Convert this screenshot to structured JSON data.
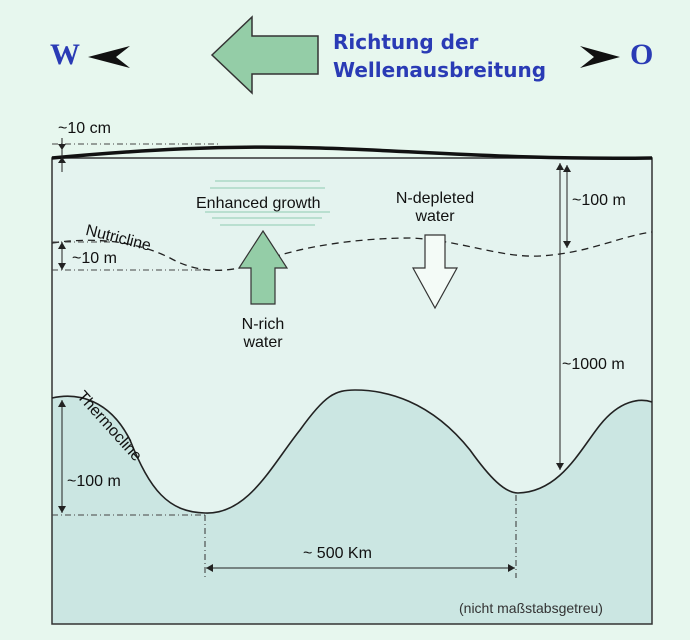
{
  "header": {
    "west": "W",
    "east": "O",
    "direction_line1": "Richtung der",
    "direction_line2": "Wellenausbreitung"
  },
  "labels": {
    "surface_amplitude": "~10 cm",
    "enhanced_growth": "Enhanced growth",
    "n_depleted_line1": "N-depleted",
    "n_depleted_line2": "water",
    "nutricline": "Nutricline",
    "nutricline_amplitude": "~10 m",
    "n_rich_line1": "N-rich",
    "n_rich_line2": "water",
    "depth_100": "~100 m",
    "depth_1000": "~1000 m",
    "thermocline": "Thermocline",
    "thermocline_amplitude": "~100 m",
    "wavelength": "~ 500 Km",
    "scale_note": "(nicht maßstabsgetreu)"
  },
  "colors": {
    "background": "#e7f7ee",
    "upper_layer": "#e4f3ef",
    "lower_layer": "#cbe6e2",
    "arrow_fill": "#94cda7",
    "compass_text": "#2a3bb5"
  }
}
